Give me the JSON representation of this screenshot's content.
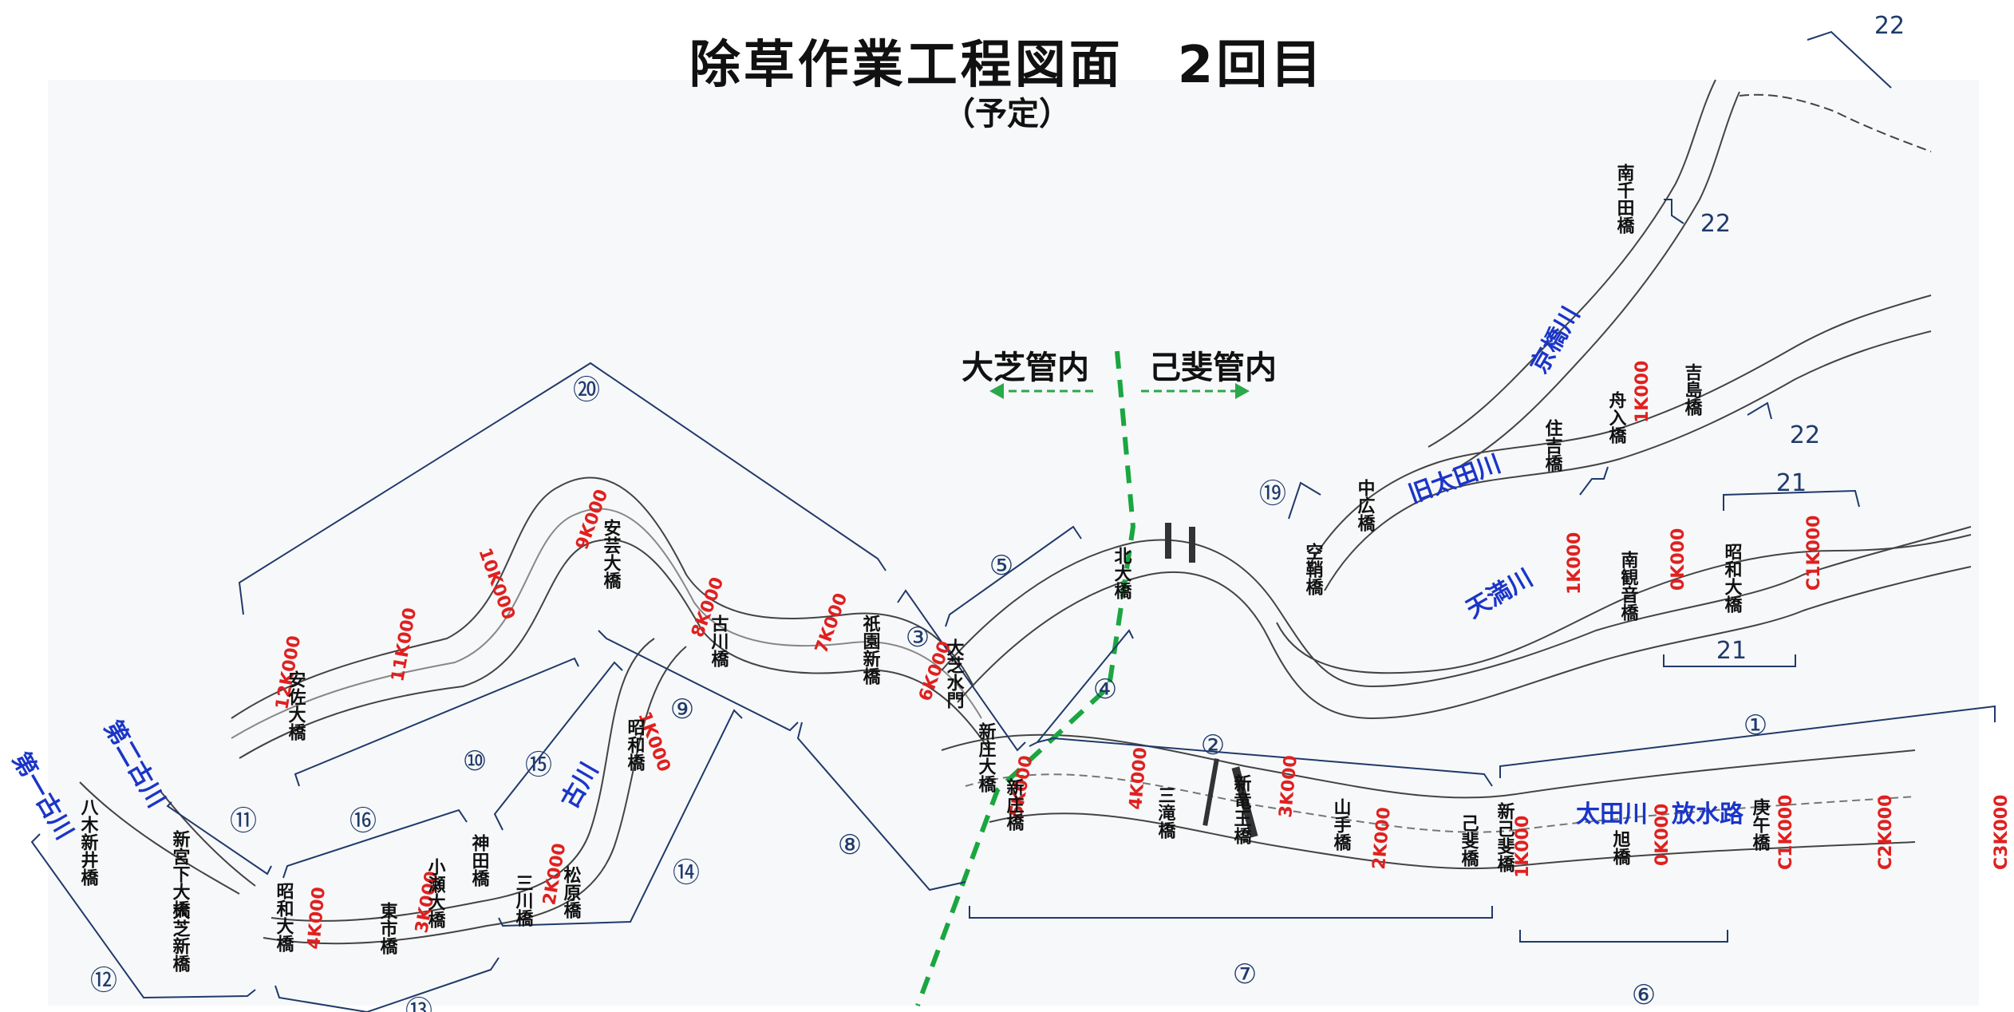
{
  "title": "除草作業工程図面　2回目",
  "subtitle": "（予定）",
  "jurisdiction": {
    "left": "大芝管内",
    "right": "己斐管内"
  },
  "colors": {
    "bridge": "#111111",
    "kilo": "#e0201f",
    "river": "#1a35c8",
    "section": "#1f3a6b",
    "divider": "#1aa640",
    "arrow": "#2aa84a"
  },
  "sections": [
    "①",
    "②",
    "③",
    "④",
    "⑤",
    "⑥",
    "⑦",
    "⑧",
    "⑨",
    "⑩",
    "⑪",
    "⑫",
    "⑬",
    "⑭",
    "⑮",
    "⑯",
    "⑲",
    "⑳",
    "21",
    "21",
    "22",
    "22",
    "22"
  ],
  "rivers": [
    "太田川放水路",
    "旧太田川",
    "天満川",
    "京橋川",
    "古川",
    "第一古川",
    "第二古川"
  ],
  "bridges": [
    "北大橋",
    "新庄大橋",
    "新庄橋",
    "三滝橋",
    "新竜王橋",
    "山手橋",
    "己斐橋",
    "新己斐橋",
    "旭橋",
    "庚午橋",
    "昭和大橋",
    "南観音橋",
    "住吉橋",
    "舟入橋",
    "吉島橋",
    "南千田橋",
    "中広橋",
    "空鞘橋",
    "安芸大橋",
    "古川橋",
    "祇園新橋",
    "大芝水門",
    "安佐大橋",
    "昭和橋",
    "松原橋",
    "三川橋",
    "神田橋",
    "小瀬大橋",
    "東市橋",
    "昭和大橋",
    "大芝新橋",
    "新宮下大橋",
    "八木新井橋"
  ],
  "kilometer_posts": [
    "12K000",
    "11K000",
    "10K000",
    "9K000",
    "8K000",
    "7K000",
    "6K000",
    "5K000",
    "4K000",
    "3K000",
    "2K000",
    "1K000",
    "0K000",
    "C1K000",
    "C2K000",
    "C3K000",
    "4K000",
    "3K000",
    "2K000",
    "1K000",
    "1K000",
    "0K000",
    "C1K000",
    "1K000"
  ]
}
